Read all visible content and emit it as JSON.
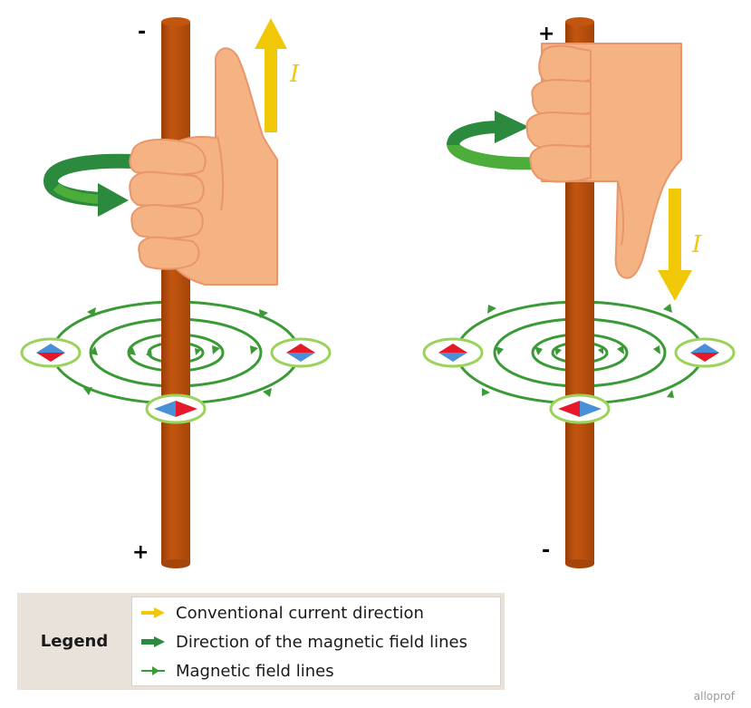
{
  "colors": {
    "wire": "#b84c0c",
    "wire_edge": "#9a3d06",
    "current_arrow": "#f0c808",
    "field_arrow_dark": "#2b8a3e",
    "field_arrow_light": "#4cad3a",
    "field_line": "#3a9a35",
    "compass_ring": "#9bd35a",
    "needle_red": "#e6192a",
    "needle_blue": "#4a90d9",
    "skin": "#f5b283",
    "skin_outline": "#e9966a",
    "legend_bg": "#e8e2da"
  },
  "left_wire": {
    "top_sign": "-",
    "bottom_sign": "+",
    "current_symbol": "I"
  },
  "right_wire": {
    "top_sign": "+",
    "bottom_sign": "-",
    "current_symbol": "I"
  },
  "legend": {
    "title": "Legend",
    "items": [
      {
        "label": "Conventional current direction",
        "icon": "current-arrow-icon"
      },
      {
        "label": "Direction of the magnetic field lines",
        "icon": "field-direction-arrow-icon"
      },
      {
        "label": "Magnetic field lines",
        "icon": "field-line-icon"
      }
    ]
  },
  "brand": "alloprof"
}
